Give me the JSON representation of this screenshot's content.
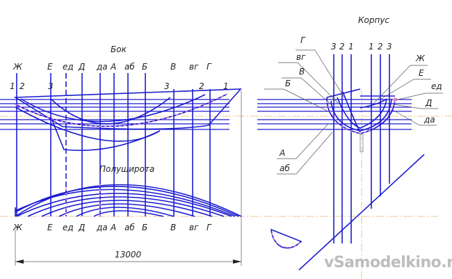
{
  "titles": {
    "side": "Бок",
    "half_breadth": "Полуширота",
    "body": "Корпус"
  },
  "side_stations": [
    "Ж",
    "Е",
    "ед",
    "Д",
    "да",
    "А",
    "аб",
    "Б",
    "В",
    "вг",
    "Г"
  ],
  "side_buttocks": [
    "1",
    "2",
    "3",
    "3",
    "2",
    "1"
  ],
  "bottom_stations": [
    "Ж",
    "Е",
    "ед",
    "Д",
    "да",
    "А",
    "аб",
    "Б",
    "В",
    "вг",
    "Г"
  ],
  "dimension": "13000",
  "body_buttocks_left": [
    "3",
    "2",
    "1"
  ],
  "body_buttocks_right": [
    "1",
    "2",
    "3"
  ],
  "body_labels_left": [
    "Г",
    "вг",
    "В",
    "Б",
    "А",
    "аб"
  ],
  "body_labels_right": [
    "Ж",
    "Е",
    "ед",
    "Д",
    "да"
  ],
  "watermark": "vSamodelkino.ru",
  "colors": {
    "lines": "#1a1ad0",
    "points": "#e98ad6",
    "axis": "#e8b27a"
  }
}
